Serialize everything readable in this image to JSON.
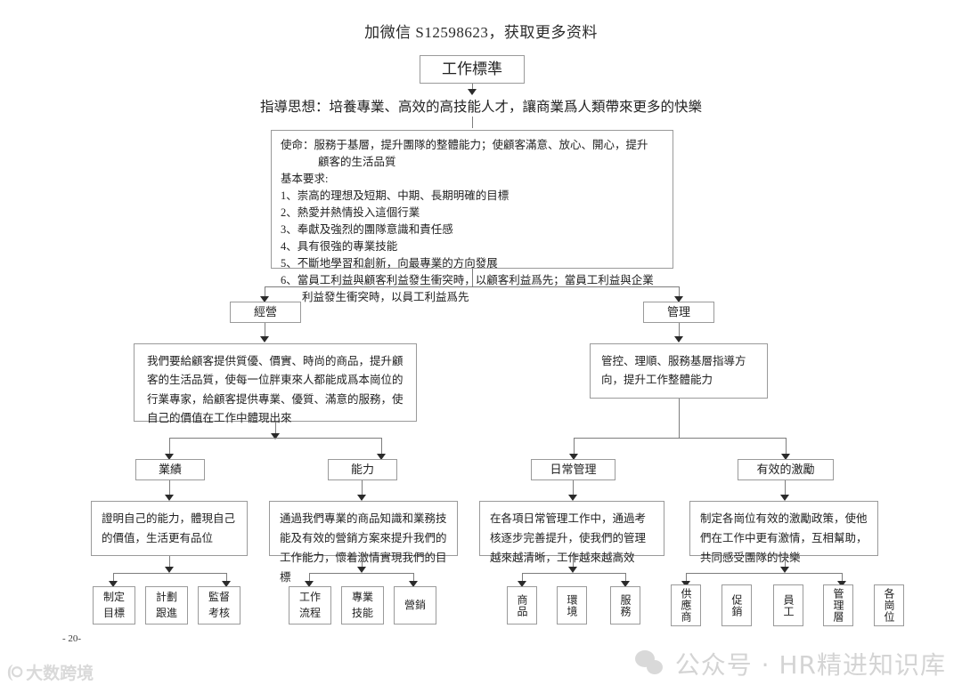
{
  "header": {
    "promo_line": "加微信 S12598623，获取更多资料"
  },
  "title_box": {
    "label": "工作標準"
  },
  "guiding": {
    "text": "指導思想：培養專業、高效的高技能人才，讓商業爲人類帶來更多的快樂"
  },
  "mission": {
    "line1": "使命：服務于基層，提升團隊的整體能力；使顧客滿意、放心、開心，提升",
    "line1_cont": "顧客的生活品質",
    "basic_title": "基本要求:",
    "items": [
      "1、崇高的理想及短期、中期、長期明確的目標",
      "2、熱愛并熱情投入這個行業",
      "3、奉獻及強烈的團隊意識和責任感",
      "4、具有很強的專業技能",
      "5、不斷地學習和創新，向最專業的方向發展",
      "6、當員工利益與顧客利益發生衝突時，以顧客利益爲先；當員工利益與企業"
    ],
    "item6_cont": "利益發生衝突時，以員工利益爲先"
  },
  "branches": {
    "left": {
      "label": "經營",
      "desc": "我們要給顧客提供質優、價實、時尚的商品，提升顧客的生活品質，使每一位胖東來人都能成爲本崗位的行業專家，給顧客提供專業、優質、滿意的服務，使自己的價值在工作中體現出來"
    },
    "right": {
      "label": "管理",
      "desc": "管控、理順、服務基層指導方向，提升工作整體能力"
    }
  },
  "categories": [
    {
      "label": "業績",
      "desc": "證明自己的能力，體現自己的價值，生活更有品位",
      "leaves": [
        "制定\n目標",
        "計劃\n跟進",
        "監督\n考核"
      ]
    },
    {
      "label": "能力",
      "desc": "通過我們專業的商品知識和業務技能及有效的營銷方案來提升我們的工作能力，懷着激情實現我們的目標",
      "leaves": [
        "工作\n流程",
        "專業\n技能",
        "營銷"
      ]
    },
    {
      "label": "日常管理",
      "desc": "在各項日常管理工作中，通過考核逐步完善提升，使我們的管理越來越清晰，工作越來越高效",
      "leaves_vertical": [
        "商品",
        "環境",
        "服務"
      ]
    },
    {
      "label": "有效的激勵",
      "desc": "制定各崗位有效的激勵政策，使他們在工作中更有激情，互相幫助，共同感受團隊的快樂",
      "leaves_vertical": [
        "供應商",
        "促銷",
        "員工",
        "管理層",
        "各崗位"
      ]
    }
  ],
  "footer": {
    "page_number": "- 20-",
    "watermark_left": "大数跨境",
    "watermark_right": "公众号 · HR精进知识库"
  },
  "colors": {
    "box_border": "#9a9a9a",
    "connector": "#7d7d7d",
    "text": "#222222"
  }
}
